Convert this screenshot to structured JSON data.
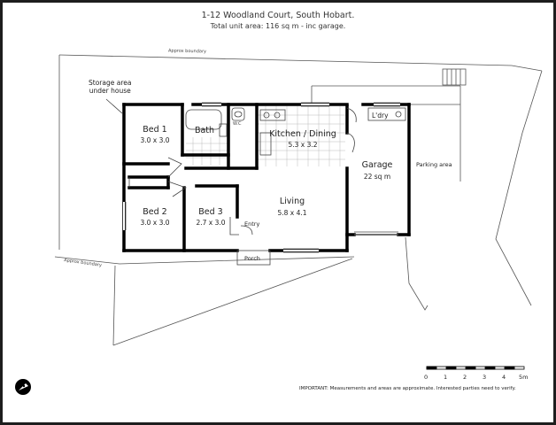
{
  "header": {
    "title": "1-12 Woodland Court, South Hobart.",
    "subtitle": "Total unit area: 116 sq m - inc garage."
  },
  "labels": {
    "approx_boundary_top": "Approx boundary",
    "approx_boundary_left": "Approx boundary",
    "storage_area_line1": "Storage area",
    "storage_area_line2": "under house",
    "parking_area": "Parking area",
    "entry": "Entry",
    "porch": "Porch",
    "wc": "W.C",
    "laundry": "L'dry"
  },
  "rooms": [
    {
      "name": "Bed 1",
      "dims": "3.0 x 3.0"
    },
    {
      "name": "Bath",
      "dims": ""
    },
    {
      "name": "Kitchen / Dining",
      "dims": "5.3 x 3.2"
    },
    {
      "name": "Garage",
      "dims": "22 sq m"
    },
    {
      "name": "Bed 2",
      "dims": "3.0 x 3.0"
    },
    {
      "name": "Bed 3",
      "dims": "2.7 x 3.0"
    },
    {
      "name": "Living",
      "dims": "5.8 x 4.1"
    }
  ],
  "scale_bar": {
    "ticks": [
      "0",
      "1",
      "2",
      "3",
      "4",
      "5m"
    ]
  },
  "disclaimer": "IMPORTANT: Measurements and areas are approximate. Interested parties need to verify.",
  "colors": {
    "wall": "#000000",
    "line": "#555555",
    "background": "#ffffff",
    "frame": "#1e1e1e"
  },
  "icons": {
    "logo": "pen-nib-logo"
  }
}
